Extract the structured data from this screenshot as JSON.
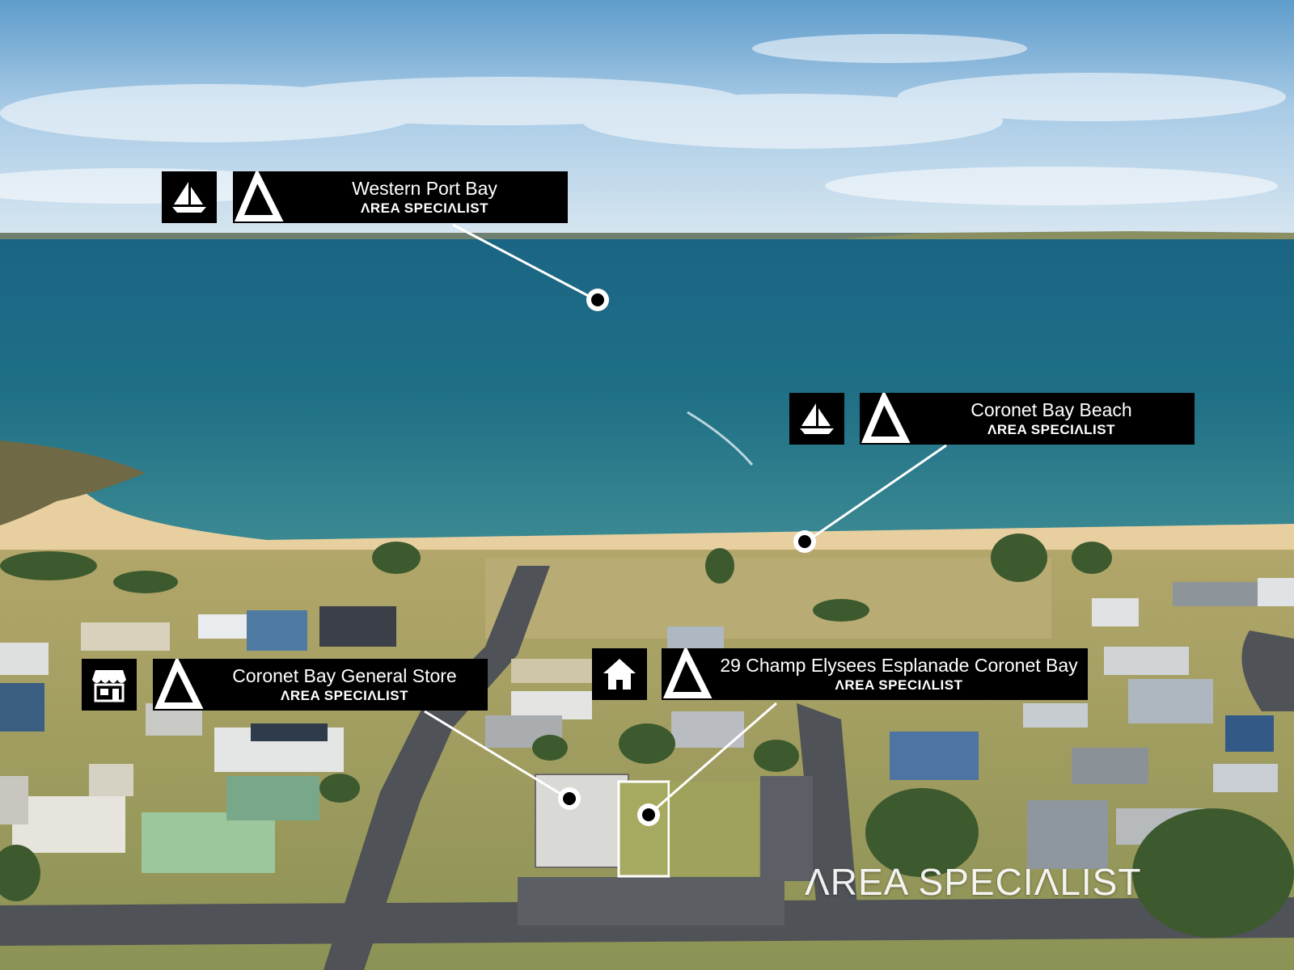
{
  "callouts": [
    {
      "id": "western-port-bay",
      "icon": "sailboat-icon",
      "title": "Western Port Bay",
      "subtitle": "ΛREA SPECIΛLIST"
    },
    {
      "id": "coronet-bay-beach",
      "icon": "sailboat-icon",
      "title": "Coronet Bay Beach",
      "subtitle": "ΛREA SPECIΛLIST"
    },
    {
      "id": "general-store",
      "icon": "shop-icon",
      "title": "Coronet Bay General Store",
      "subtitle": "ΛREA SPECIΛLIST"
    },
    {
      "id": "property",
      "icon": "house-icon",
      "title": "29 Champ Elysees Esplanade Coronet Bay",
      "subtitle": "ΛREA SPECIΛLIST"
    }
  ],
  "watermark": "ΛREA SPECIΛLIST",
  "colors": {
    "label_background": "#000000",
    "label_text": "#ffffff",
    "sea": "#1f6f86",
    "sand": "#e8cfa0",
    "grass": "#a8a060",
    "road": "#4f5256",
    "sky": "#9cc4e2"
  }
}
